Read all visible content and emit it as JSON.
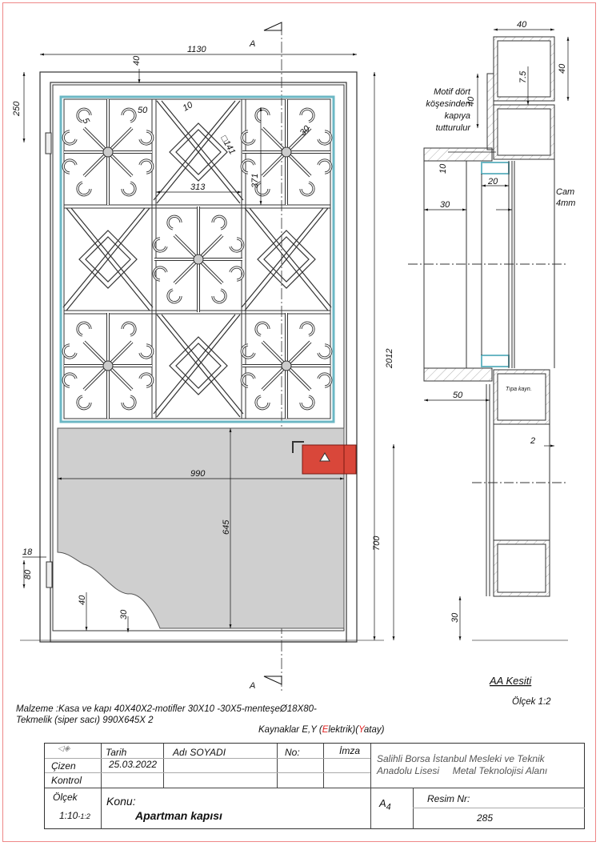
{
  "drawing": {
    "section_mark": "A",
    "dims_front": {
      "overall_width": "1130",
      "top_frame": "40",
      "hinge_top": "250",
      "scroll_radius": "50",
      "bar_thickness": "5",
      "diag_width": "10",
      "diamond_size": "□141",
      "scroll_dist": "30",
      "cell_width": "313",
      "cell_height": "371",
      "overall_height": "2012",
      "sheet_width": "990",
      "sheet_height": "645",
      "bottom_height": "700",
      "hinge_offset": "18",
      "hinge_length": "80",
      "bottom_gap": "40",
      "sheet_bottom": "30"
    },
    "dims_section": {
      "tube_width": "40",
      "tube_height": "40",
      "offset": "7.5",
      "plate_height": "40",
      "motif_note": [
        "Motif dört",
        "köşesinden",
        "kapıya",
        "tutturulur"
      ],
      "motif_thk": "10",
      "motif_width": "20",
      "motif_depth": "30",
      "glass_label": "Cam",
      "glass_thk": "4mm",
      "bottom_depth": "50",
      "plug_weld": "Tıpa kayn.",
      "gap": "2",
      "floor_gap": "30"
    },
    "section_title": "AA Kesiti",
    "section_scale": "Ölçek 1:2"
  },
  "notes": {
    "material_line1": "Malzeme :Kasa ve kapı 40X40X2-motifler 30X10 -30X5-menteşeØ18X80-",
    "material_line2": "Tekmelik (siper sacı) 990X645X 2",
    "welds_prefix": "Kaynaklar E,Y (",
    "welds_e": "E",
    "welds_e_rest": "lektrik)(",
    "welds_y": "Y",
    "welds_y_rest": "atay)"
  },
  "title_block": {
    "tarih_label": "Tarih",
    "name_label": "Adı SOYADI",
    "no_label": "No:",
    "imza_label": "İmza",
    "cizen_label": "Çizen",
    "kontrol_label": "Kontrol",
    "date": "25.03.2022",
    "school_line1": "Salihli Borsa İstanbul Mesleki ve Teknik",
    "school_line2": "Anadolu Lisesi     Metal Teknolojisi Alanı",
    "olcek_label": "Ölçek",
    "olcek_value": "1:10",
    "olcek_value2": "-1:2",
    "konu_label": "Konu:",
    "konu_value": "Apartman kapısı",
    "paper": "A",
    "paper_sub": "4",
    "resim_label": "Resim Nr:",
    "resim_value": "285"
  }
}
